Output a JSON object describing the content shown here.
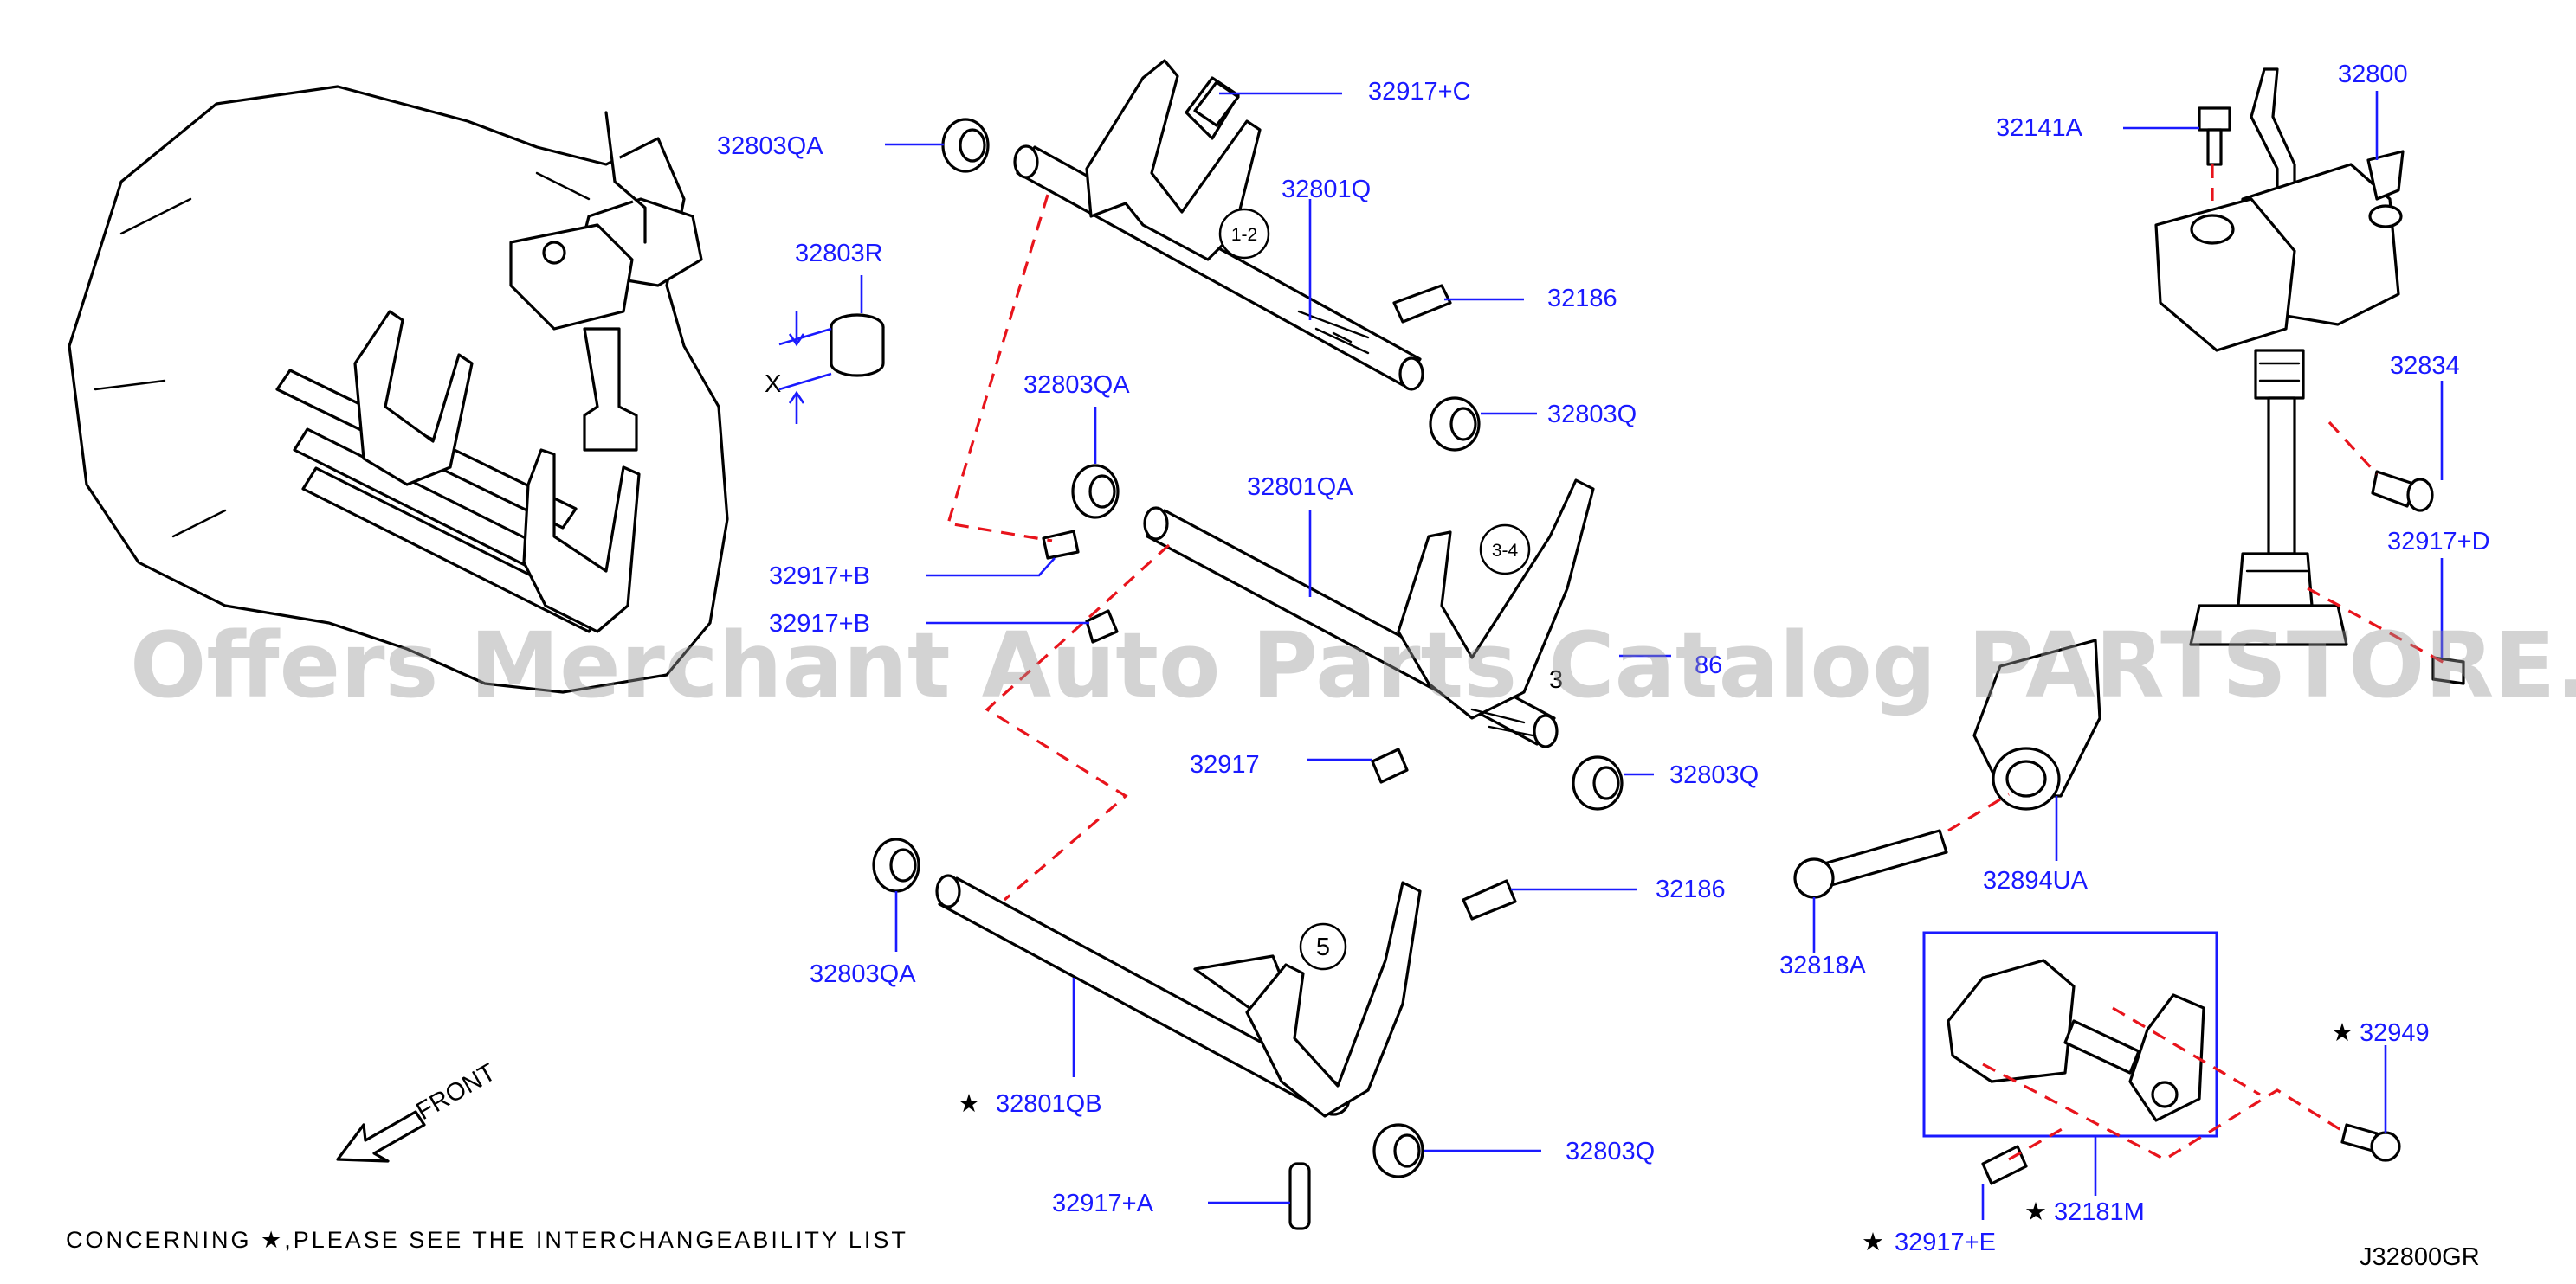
{
  "diagram": {
    "code": "J32800GR",
    "footnote": "CONCERNING ★,PLEASE SEE THE INTERCHANGEABILITY LIST",
    "front_label": "FRONT",
    "watermark": "Offers Merchant Auto Parts Catalog PARTSTORE.SA",
    "dimension_label": "X",
    "gear_marks": {
      "g12": "1-2",
      "g34": "3-4",
      "g5": "5",
      "g3": "3"
    },
    "colors": {
      "callout": "#1a1aff",
      "dash": "#e8141c",
      "ink": "#000000",
      "watermark": "#969696"
    },
    "callouts": {
      "c32917C": "32917+C",
      "c32803QA_top": "32803QA",
      "c32801Q": "32801Q",
      "c32803R": "32803R",
      "c32186_top": "32186",
      "c32803QA_mid": "32803QA",
      "c32803Q_top": "32803Q",
      "c32801QA": "32801QA",
      "c32917B_1": "32917+B",
      "c32917B_2": "32917+B",
      "c32186_mid": "86",
      "c32917": "32917",
      "c32803Q_mid": "32803Q",
      "c32186_low": "32186",
      "c32803QA_low": "32803QA",
      "c32801QB": "32801QB",
      "c32803Q_low": "32803Q",
      "c32917A": "32917+A",
      "c32141A": "32141A",
      "c32800": "32800",
      "c32834": "32834",
      "c32917D": "32917+D",
      "c32894UA": "32894UA",
      "c32818A": "32818A",
      "c32949": "32949",
      "c32181M": "32181M",
      "c32917E": "32917+E"
    }
  }
}
